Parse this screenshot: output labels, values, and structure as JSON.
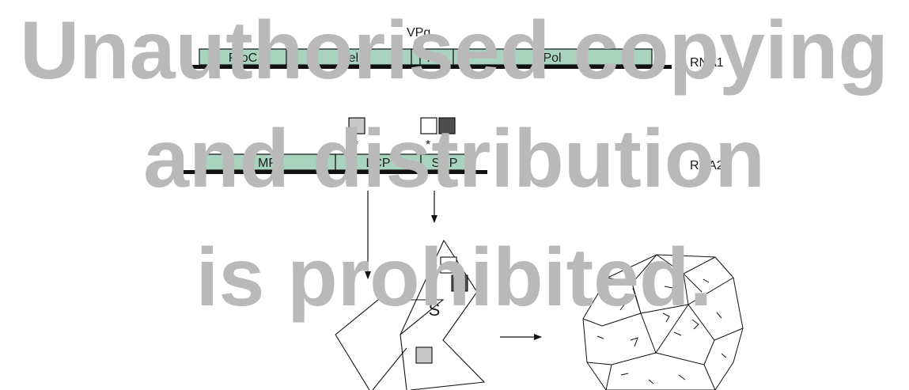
{
  "colors": {
    "segment_fill": "#a8d4bf",
    "genome_line": "#111111",
    "light_square": "#c8c8c8",
    "dark_square": "#4d4d4d",
    "watermark": "#b9b9b9"
  },
  "rna1": {
    "vpg_label": "VPg",
    "name": "RNA1",
    "segments": [
      "ProC",
      "Hel",
      "",
      "Pro",
      "Pol"
    ]
  },
  "rna2": {
    "name": "RNA2",
    "segments": [
      "MP",
      "LCP",
      "SCP"
    ],
    "markers": [
      "*",
      "*",
      "*"
    ]
  },
  "assembly": {
    "small_subunit_label": "S"
  },
  "watermark": {
    "line1": "Unauthorised copying",
    "line2": "and distribution",
    "line3": "is prohibited."
  }
}
